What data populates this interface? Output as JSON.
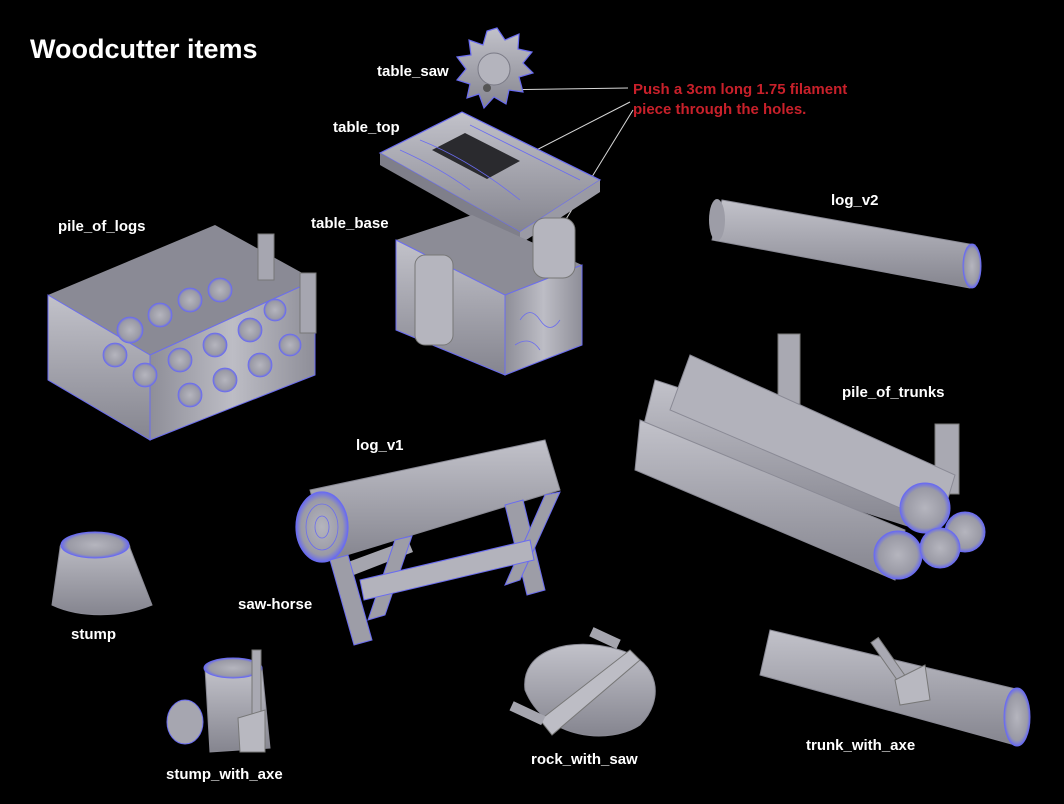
{
  "title": "Woodcutter items",
  "note": {
    "line1": "Push a 3cm long 1.75 filament",
    "line2": "piece through the holes."
  },
  "labels": {
    "table_saw": "table_saw",
    "table_top": "table_top",
    "table_base": "table_base",
    "pile_of_logs": "pile_of_logs",
    "log_v2": "log_v2",
    "pile_of_trunks": "pile_of_trunks",
    "log_v1": "log_v1",
    "stump": "stump",
    "saw_horse": "saw-horse",
    "stump_with_axe": "stump_with_axe",
    "rock_with_saw": "rock_with_saw",
    "trunk_with_axe": "trunk_with_axe"
  },
  "colors": {
    "background": "#000000",
    "model": "#a9a9b2",
    "model_shadow": "#6d6d7a",
    "accent": "#6a6cf0",
    "note_text": "#c8202a",
    "label_text": "#ffffff"
  }
}
